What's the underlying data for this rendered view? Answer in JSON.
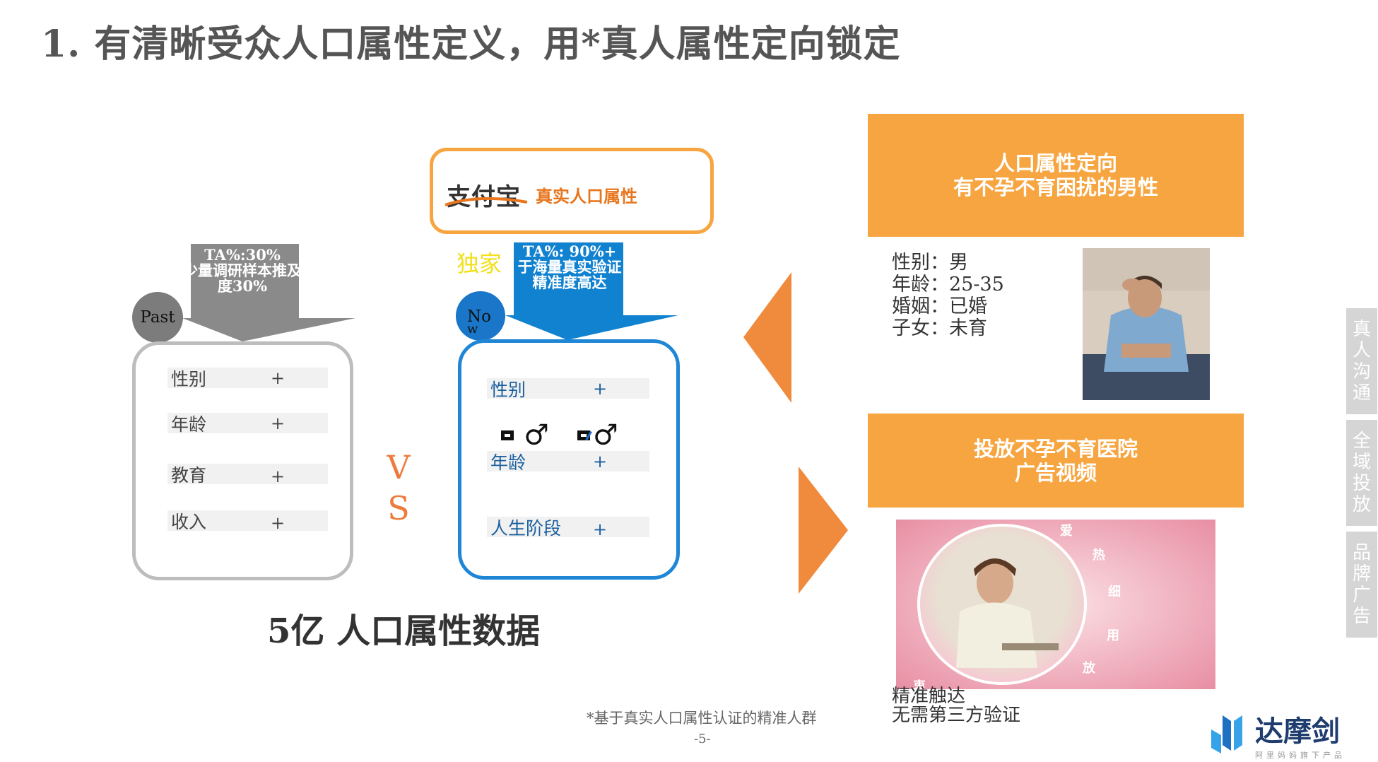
{
  "title": "1. 有清晰受众人口属性定义，用*真人属性定向锁定",
  "past": {
    "circle_label": "Past",
    "ta_text_line1": "TA%:30%",
    "ta_text_line2": "少量调研样本推及",
    "ta_text_line3": "度30%",
    "rows": [
      {
        "label": "性别",
        "plus": "+"
      },
      {
        "label": "年龄",
        "plus": "+"
      },
      {
        "label": "教育",
        "plus": "+"
      },
      {
        "label": "收入",
        "plus": "+"
      }
    ]
  },
  "vs_line1": "V",
  "vs_line2": "S",
  "alipay": {
    "logo_text": "支付宝",
    "tag": "真实人口属性",
    "exclusive": "独家"
  },
  "now": {
    "circle_label_line1": "No",
    "circle_label_line2": "w",
    "ta_text_line1": "TA%: 90%+",
    "ta_text_line2": "于海量真实验证",
    "ta_text_line3": "精准度高达",
    "rows": [
      {
        "label": "性别",
        "plus": "+"
      },
      {
        "label": "年龄",
        "plus": "+"
      },
      {
        "label": "人生阶段",
        "plus": "+"
      }
    ],
    "male_symbol": "♂"
  },
  "data_statement": "5亿 人口属性数据",
  "targeting": {
    "box1_line1": "人口属性定向",
    "box1_line2": "有不孕不育困扰的男性",
    "attributes": [
      "性别：男",
      "年龄：25-35",
      "婚姻：已婚",
      "子女：未育"
    ],
    "box2_line1": "投放不孕不育医院",
    "box2_line2": "广告视频",
    "caption_line1": "精准触达",
    "caption_line2": "无需第三方验证",
    "bubble_words": [
      "爱",
      "热",
      "细",
      "用",
      "放",
      "衷"
    ]
  },
  "footnote": "*基于真实人口属性认证的精准人群",
  "page_number": "-5-",
  "side_tabs": [
    "真人沟通",
    "全域投放",
    "品牌广告"
  ],
  "brand": {
    "name": "达摩剑",
    "subtitle": "阿里妈妈旗下产品"
  },
  "colors": {
    "orange": "#f7a540",
    "arrow_orange": "#f08a3c",
    "blue": "#1f86d6",
    "gray": "#8a8a8a"
  }
}
